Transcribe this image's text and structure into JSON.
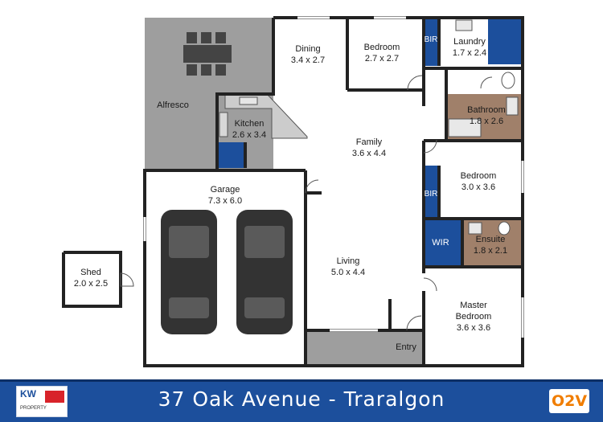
{
  "rooms": {
    "alfresco": {
      "name": "Alfresco"
    },
    "dining": {
      "name": "Dining",
      "size": "3.4 x 2.7"
    },
    "bedroom2": {
      "name": "Bedroom",
      "size": "2.7 x 2.7"
    },
    "bir1": {
      "name": "BIR"
    },
    "laundry": {
      "name": "Laundry",
      "size": "1.7 x 2.4"
    },
    "kitchen": {
      "name": "Kitchen",
      "size": "2.6 x 3.4"
    },
    "family": {
      "name": "Family",
      "size": "3.6 x 4.4"
    },
    "bathroom": {
      "name": "Bathroom",
      "size": "1.8 x 2.6"
    },
    "bedroom3": {
      "name": "Bedroom",
      "size": "3.0 x 3.6"
    },
    "bir2": {
      "name": "BIR"
    },
    "garage": {
      "name": "Garage",
      "size": "7.3 x 6.0"
    },
    "wir": {
      "name": "WIR"
    },
    "ensuite": {
      "name": "Ensuite",
      "size": "1.8 x 2.1"
    },
    "shed": {
      "name": "Shed",
      "size": "2.0 x 2.5"
    },
    "living": {
      "name": "Living",
      "size": "5.0 x 4.4"
    },
    "master": {
      "name": "Master",
      "name2": "Bedroom",
      "size": "3.6 x 3.6"
    },
    "entry": {
      "name": "Entry"
    }
  },
  "footer": {
    "address": "37 Oak Avenue - Traralgon",
    "agency_logo_text": "KW",
    "agency_logo_sub": "PROPERTY",
    "brand_logo_text": "O2V"
  },
  "colors": {
    "wall": "#222222",
    "outdoor": "#9e9e9e",
    "wet_area": "#a0806a",
    "storage": "#1c4f9c",
    "footer": "#1c4f9c"
  }
}
